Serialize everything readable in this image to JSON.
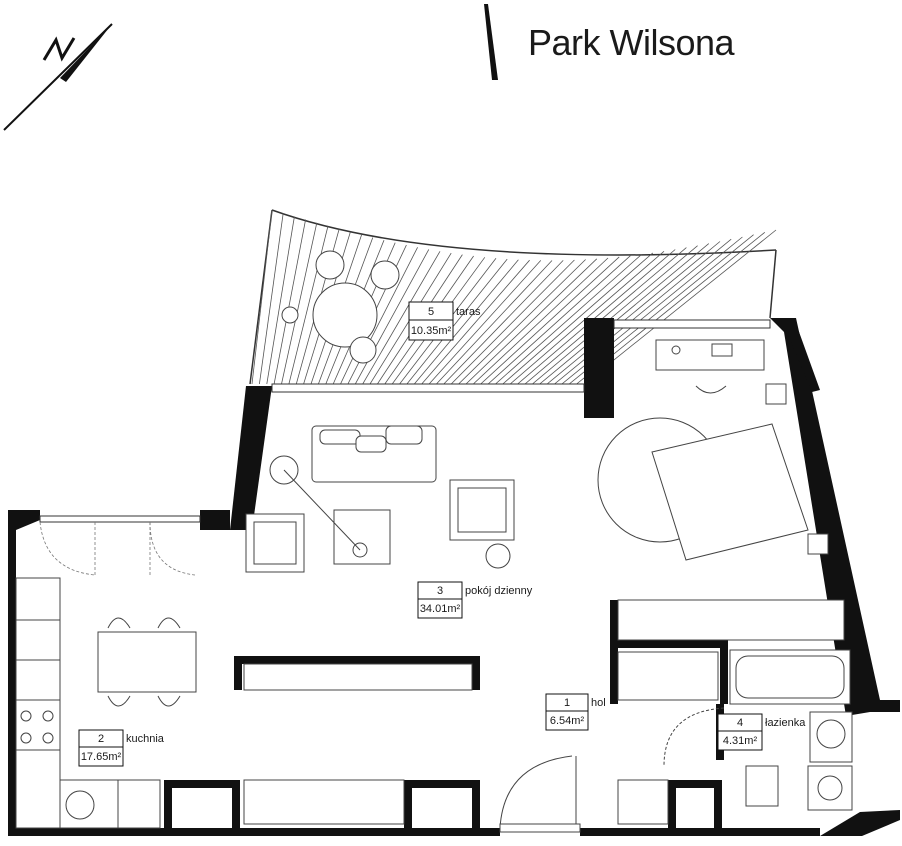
{
  "title": "Park Wilsona",
  "compass": {
    "letter": "N"
  },
  "rooms": [
    {
      "number": "1",
      "name": "hol",
      "area": "6.54m²"
    },
    {
      "number": "2",
      "name": "kuchnia",
      "area": "17.65m²"
    },
    {
      "number": "3",
      "name": "pokój dzienny",
      "area": "34.01m²"
    },
    {
      "number": "4",
      "name": "łazienka",
      "area": "4.31m²"
    },
    {
      "number": "5",
      "name": "taras",
      "area": "10.35m²"
    }
  ],
  "colors": {
    "wall": "#111111",
    "line": "#333333",
    "background": "#ffffff"
  }
}
